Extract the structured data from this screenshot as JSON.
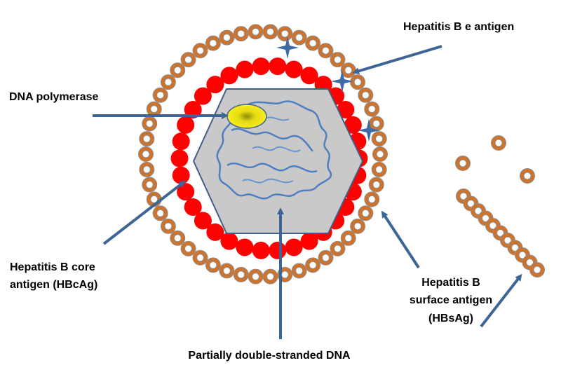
{
  "labels": {
    "e_antigen": "Hepatitis B e antigen",
    "dna_polymerase": "DNA polymerase",
    "core_line1": "Hepatitis B core",
    "core_line2": "antigen (HBcAg)",
    "surface_line1": "Hepatitis B",
    "surface_line2": "surface antigen",
    "surface_line3": "(HBsAg)",
    "dna": "Partially double-stranded DNA"
  },
  "colors": {
    "surface_ring": "#d0732a",
    "surface_ring_stroke": "#8a8f96",
    "core_bead": "#ff0000",
    "capsid_fill": "#c9c9c9",
    "capsid_stroke": "#3f5f86",
    "dna_strand": "#4f7fc0",
    "polymerase": "#f2e21a",
    "arrow": "#3d6595",
    "e_antigen_star": "#3f6aa8"
  }
}
